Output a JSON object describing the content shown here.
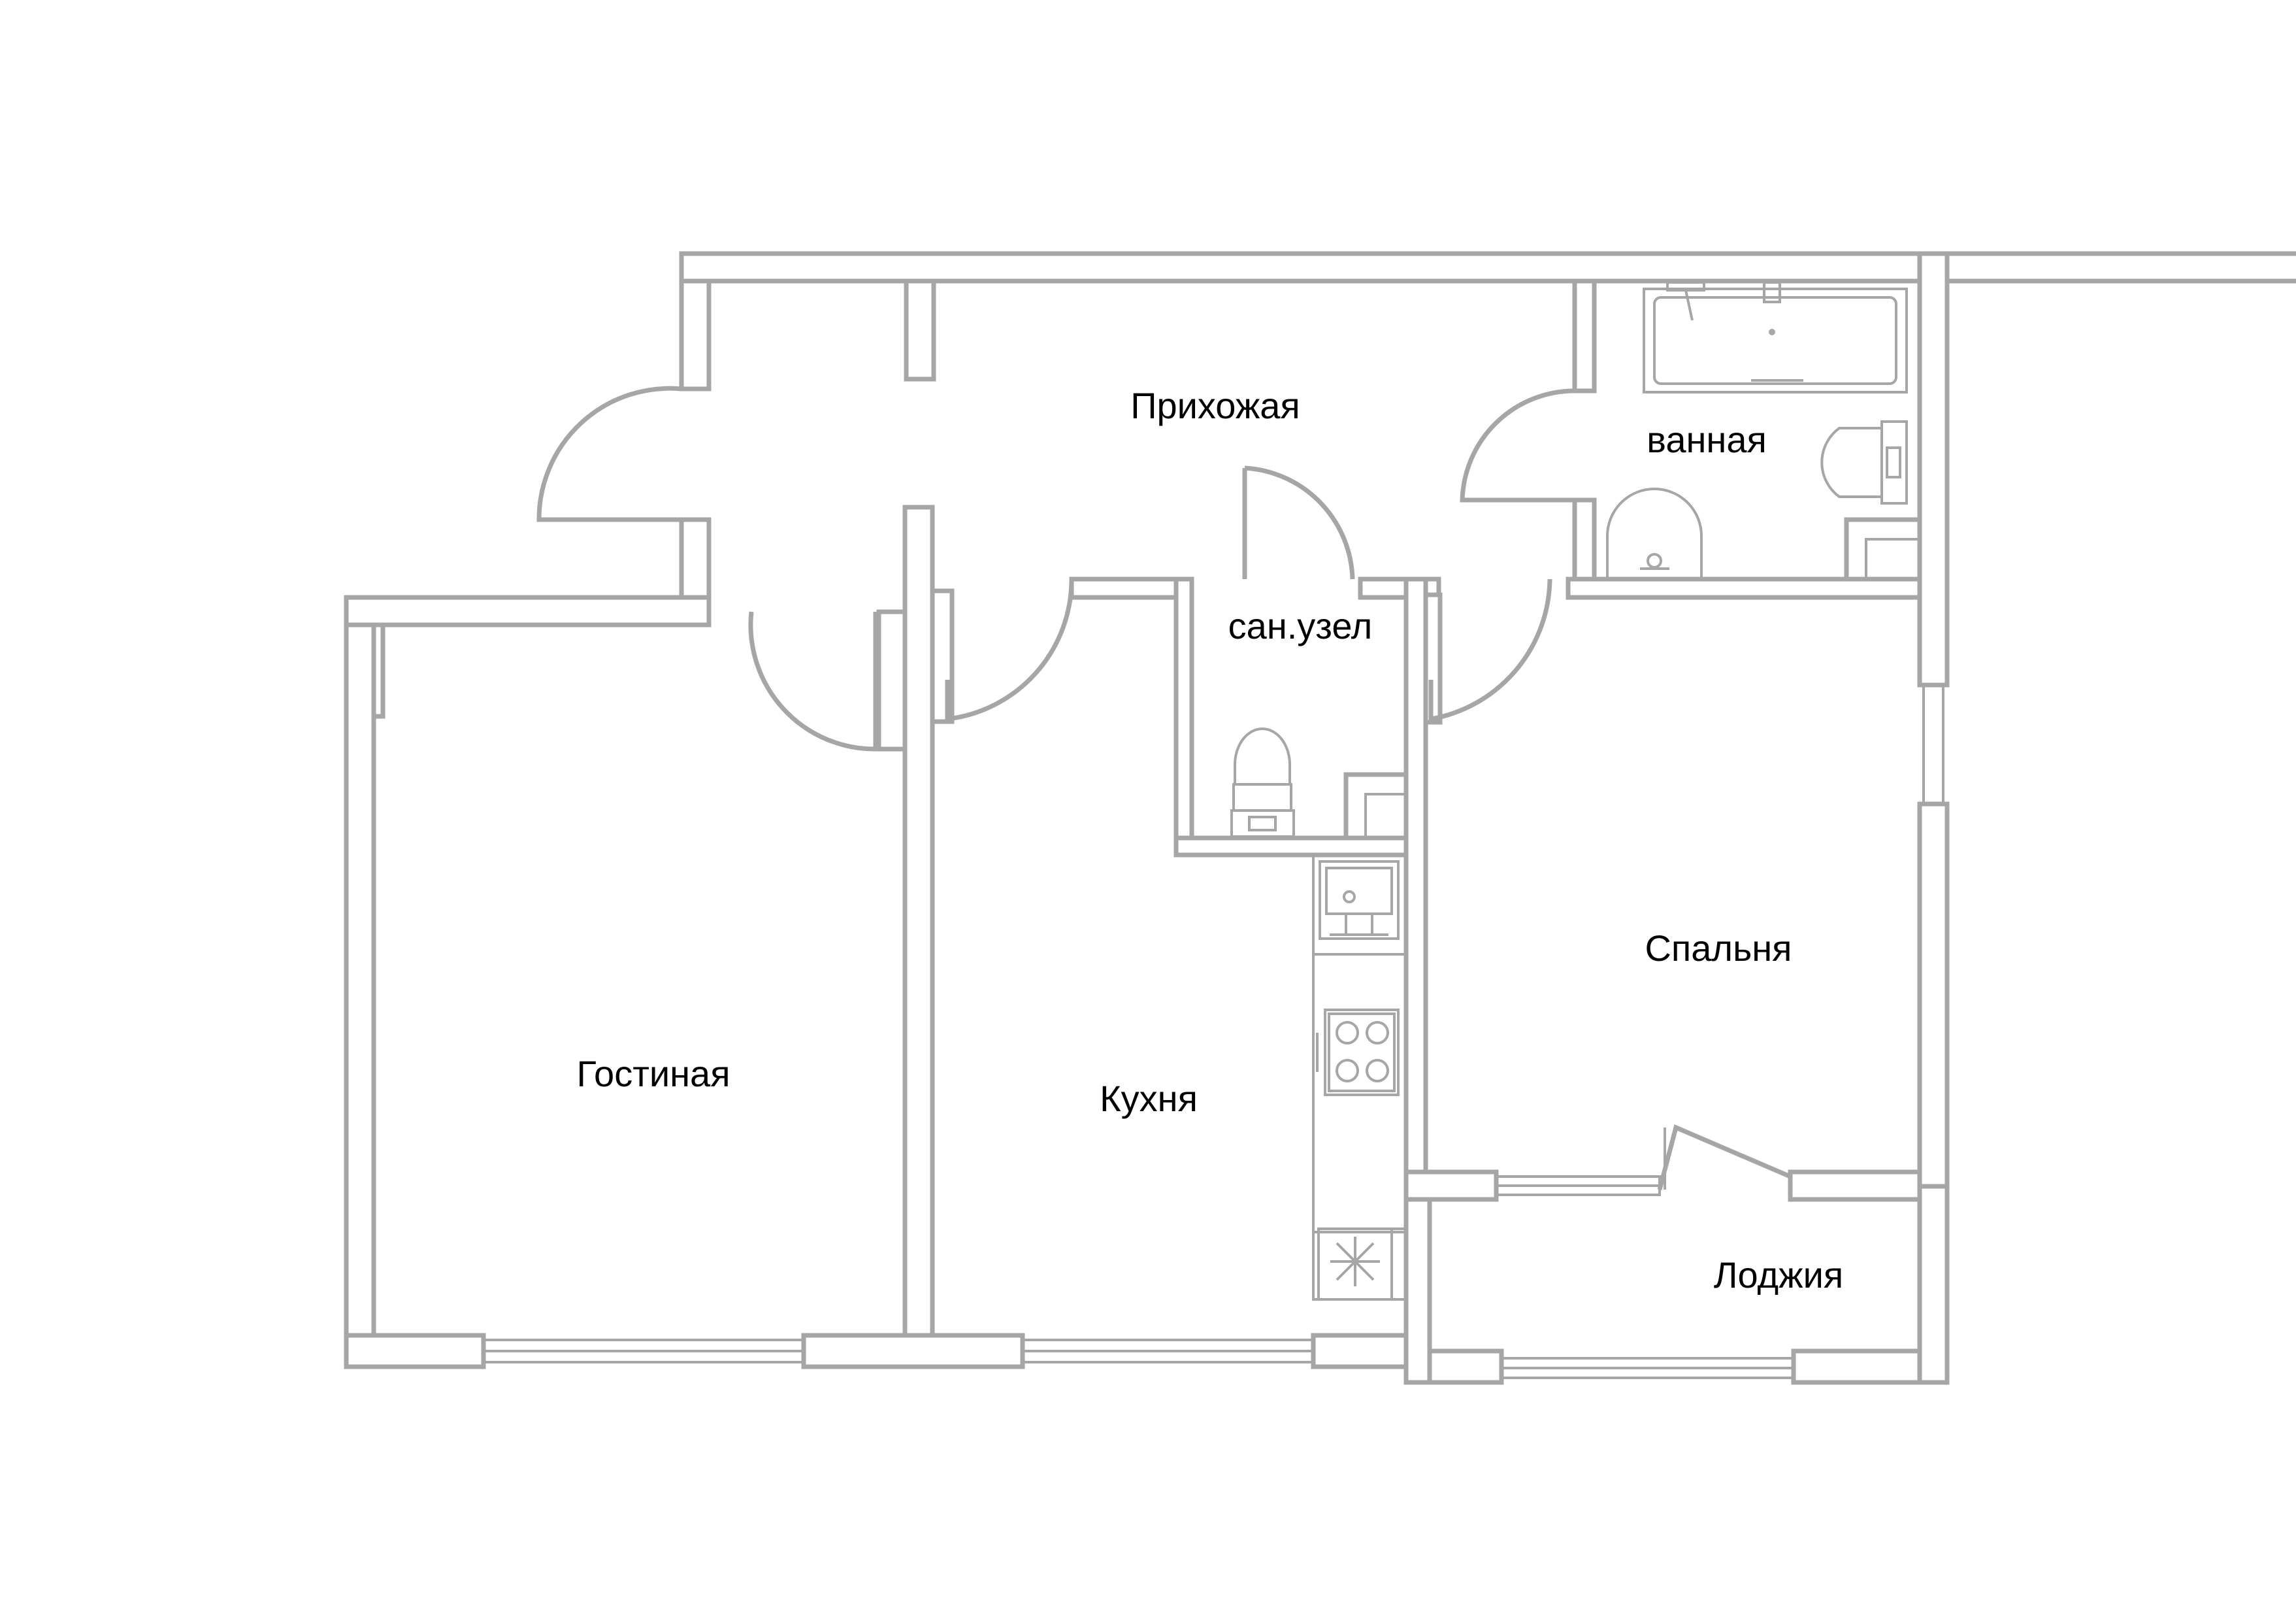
{
  "plan": {
    "rooms": {
      "hallway": "Прихожая",
      "bathroom": "ванная",
      "toilet": "сан.узел",
      "living_room": "Гостиная",
      "kitchen": "Кухня",
      "bedroom": "Спальня",
      "loggia": "Лоджия"
    },
    "colors": {
      "wall_stroke": "#a6a6a6",
      "text": "#000000",
      "background": "#ffffff"
    }
  }
}
